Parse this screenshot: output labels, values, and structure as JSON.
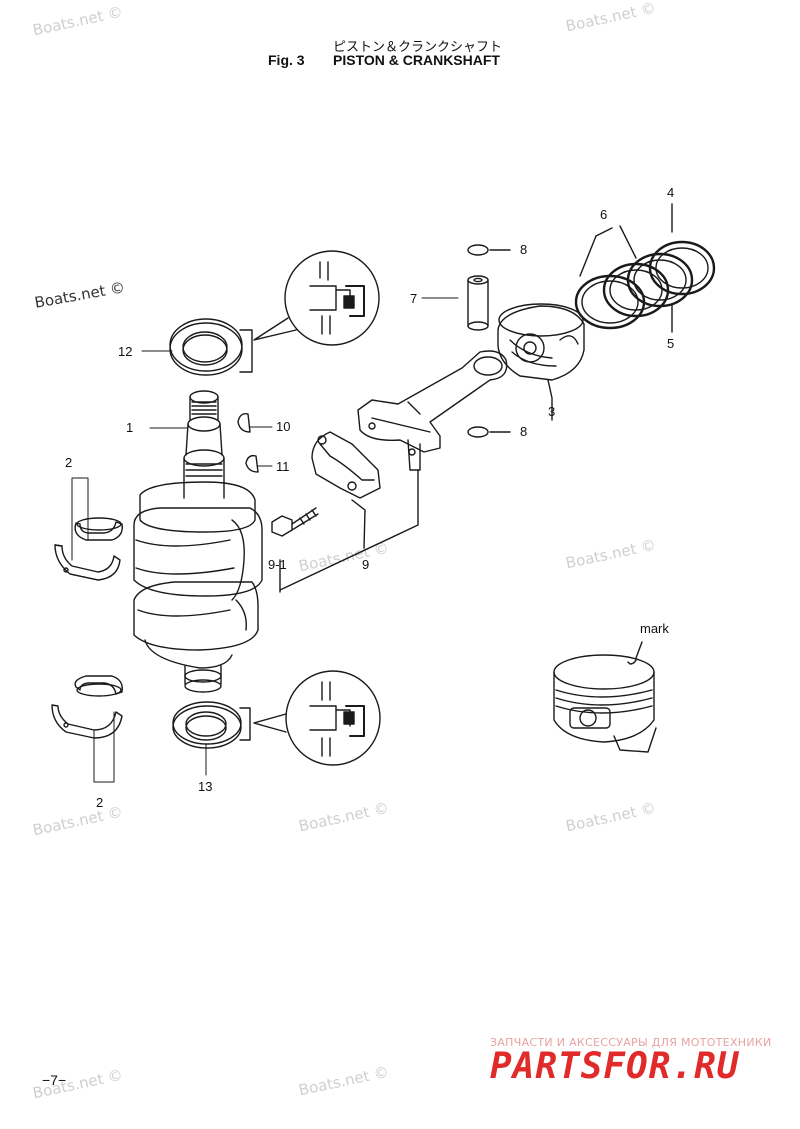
{
  "header": {
    "japanese_title": "ピストン＆クランクシャフト",
    "fig_label": "Fig. 3",
    "title": "PISTON & CRANKSHAFT"
  },
  "watermark": {
    "text": "Boats.net ©",
    "side_text": "Boats.net ©"
  },
  "parts": {
    "crankshaft": "1",
    "main_bearing_upper": "2",
    "main_bearing_lower": "2",
    "piston": "3",
    "ring_top": "4",
    "ring_second": "5",
    "ring_oil": "6",
    "piston_pin": "7",
    "clip_top": "8",
    "clip_bottom": "8",
    "connecting_rod": "9",
    "rod_bolt": "9-1",
    "key_10": "10",
    "key_11": "11",
    "oil_seal_top": "12",
    "oil_seal_bottom": "13",
    "mark_label": "mark"
  },
  "footer": {
    "page_number": "−7−",
    "ad_tagline": "ЗАПЧАСТИ И АКСЕССУАРЫ ДЛЯ МОТОТЕХНИКИ",
    "ad_logo": "PARTSFOR.RU"
  },
  "colors": {
    "line": "#1a1a1a",
    "watermark": "#cfcfcf",
    "ad_red": "#e12b2b",
    "ad_pink": "#e8a2a2"
  }
}
